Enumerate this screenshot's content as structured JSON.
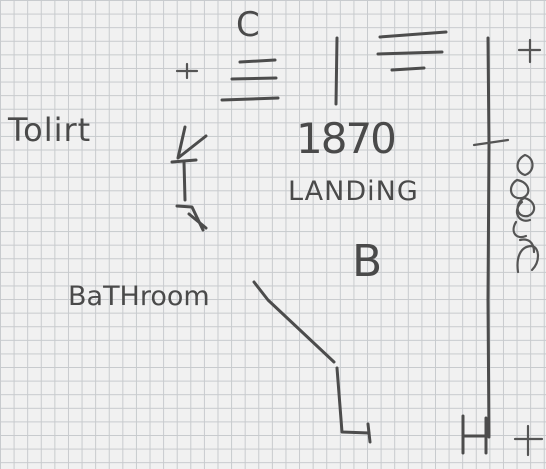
{
  "sketch": {
    "stair_label": "C",
    "toilet_label": "Tolirt",
    "landing_number": "1870",
    "landing_label": "LANDiNG",
    "landing_letter": "B",
    "bathroom_label": "BaTHroom"
  },
  "colors": {
    "paper": "#f1f1f1",
    "grid": "#c7cacd",
    "pencil": "#4c4c4c"
  }
}
